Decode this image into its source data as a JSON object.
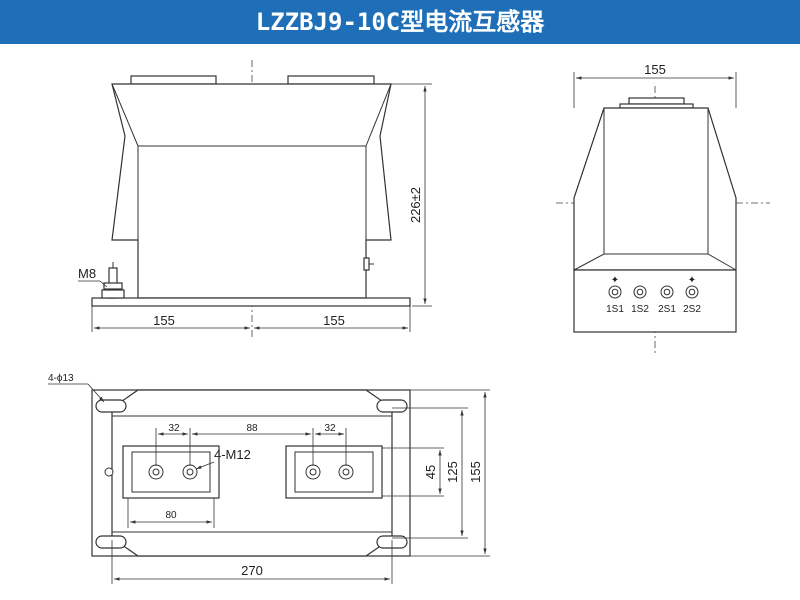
{
  "title": "LZZBJ9-10C型电流互感器",
  "colors": {
    "title_bg": "#1e6fb8",
    "title_text": "#ffffff",
    "line": "#333333"
  },
  "front_view": {
    "bolt_label": "M8",
    "height_dim": "226±2",
    "left_width_dim": "155",
    "right_width_dim": "155"
  },
  "side_view": {
    "width_dim": "155",
    "terminals": [
      "1S1",
      "1S2",
      "2S1",
      "2S2"
    ]
  },
  "top_view": {
    "hole_label": "4-ϕ13",
    "thread_label": "4-M12",
    "dim_32_left": "32",
    "dim_88": "88",
    "dim_32_right": "32",
    "dim_80": "80",
    "dim_270": "270",
    "dim_45": "45",
    "dim_125": "125",
    "dim_155": "155"
  }
}
